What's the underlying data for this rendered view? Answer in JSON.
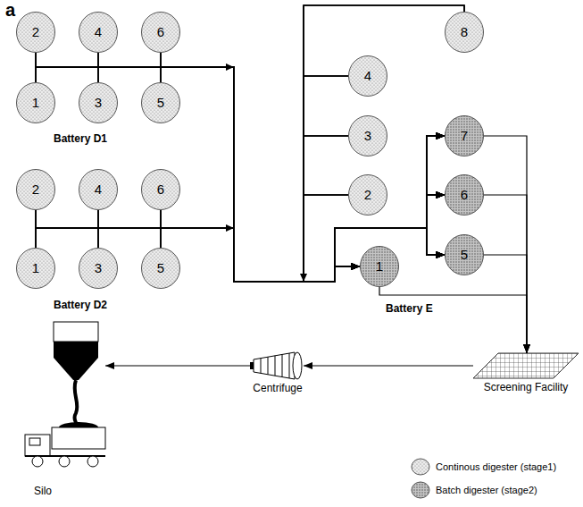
{
  "diagram": {
    "nodes": [
      {
        "text": [
          "2"
        ]
      },
      {
        "text": [
          "4"
        ]
      },
      {
        "text": [
          "6"
        ]
      },
      {
        "text": [
          "1"
        ]
      },
      {
        "text": [
          "3"
        ]
      },
      {
        "text": [
          "5"
        ]
      },
      {
        "text": [
          "2"
        ]
      },
      {
        "text": [
          "4"
        ]
      },
      {
        "text": [
          "6"
        ]
      },
      {
        "text": [
          "1"
        ]
      },
      {
        "text": [
          "3"
        ]
      },
      {
        "text": [
          "5"
        ]
      },
      {
        "text": [
          "8"
        ]
      },
      {
        "text": [
          "4"
        ]
      },
      {
        "text": [
          "3"
        ]
      },
      {
        "text": [
          "7"
        ]
      },
      {
        "text": [
          "2"
        ]
      },
      {
        "text": [
          "6"
        ]
      },
      {
        "text": [
          "1"
        ]
      },
      {
        "text": [
          "5"
        ]
      },
      {
        "text": [
          "Screening Facility"
        ]
      },
      {
        "text": [
          "Centrifuge"
        ]
      },
      {
        "text": [
          "Silo"
        ]
      }
    ],
    "edges": [
      {
        "from": 0,
        "to": 15,
        "arrow": "to"
      },
      {
        "from": 0,
        "to": 17,
        "arrow": "to"
      },
      {
        "from": 0,
        "to": 19,
        "arrow": "to"
      },
      {
        "from": 0,
        "to": 18,
        "arrow": "to"
      },
      {
        "from": 1,
        "to": 15,
        "arrow": "to"
      },
      {
        "from": 1,
        "to": 17,
        "arrow": "to"
      },
      {
        "from": 1,
        "to": 19,
        "arrow": "to"
      },
      {
        "from": 1,
        "to": 18,
        "arrow": "to"
      },
      {
        "from": 2,
        "to": 15,
        "arrow": "to"
      },
      {
        "from": 2,
        "to": 17,
        "arrow": "to"
      },
      {
        "from": 2,
        "to": 19,
        "arrow": "to"
      },
      {
        "from": 2,
        "to": 18,
        "arrow": "to"
      },
      {
        "from": 3,
        "to": 15,
        "arrow": "to"
      },
      {
        "from": 3,
        "to": 17,
        "arrow": "to"
      },
      {
        "from": 3,
        "to": 19,
        "arrow": "to"
      },
      {
        "from": 3,
        "to": 18,
        "arrow": "to"
      },
      {
        "from": 4,
        "to": 15,
        "arrow": "to"
      },
      {
        "from": 4,
        "to": 17,
        "arrow": "to"
      },
      {
        "from": 4,
        "to": 19,
        "arrow": "to"
      },
      {
        "from": 4,
        "to": 18,
        "arrow": "to"
      },
      {
        "from": 5,
        "to": 15,
        "arrow": "to"
      },
      {
        "from": 5,
        "to": 17,
        "arrow": "to"
      },
      {
        "from": 5,
        "to": 19,
        "arrow": "to"
      },
      {
        "from": 5,
        "to": 18,
        "arrow": "to"
      },
      {
        "from": 6,
        "to": 15,
        "arrow": "to"
      },
      {
        "from": 6,
        "to": 17,
        "arrow": "to"
      },
      {
        "from": 6,
        "to": 19,
        "arrow": "to"
      },
      {
        "from": 6,
        "to": 18,
        "arrow": "to"
      },
      {
        "from": 7,
        "to": 15,
        "arrow": "to"
      },
      {
        "from": 7,
        "to": 17,
        "arrow": "to"
      },
      {
        "from": 7,
        "to": 19,
        "arrow": "to"
      },
      {
        "from": 7,
        "to": 18,
        "arrow": "to"
      },
      {
        "from": 8,
        "to": 15,
        "arrow": "to"
      },
      {
        "from": 8,
        "to": 17,
        "arrow": "to"
      },
      {
        "from": 8,
        "to": 19,
        "arrow": "to"
      },
      {
        "from": 8,
        "to": 18,
        "arrow": "to"
      },
      {
        "from": 9,
        "to": 15,
        "arrow": "to"
      },
      {
        "from": 9,
        "to": 17,
        "arrow": "to"
      },
      {
        "from": 9,
        "to": 19,
        "arrow": "to"
      },
      {
        "from": 9,
        "to": 18,
        "arrow": "to"
      },
      {
        "from": 10,
        "to": 15,
        "arrow": "to"
      },
      {
        "from": 10,
        "to": 17,
        "arrow": "to"
      },
      {
        "from": 10,
        "to": 19,
        "arrow": "to"
      },
      {
        "from": 10,
        "to": 18,
        "arrow": "to"
      },
      {
        "from": 11,
        "to": 15,
        "arrow": "to"
      },
      {
        "from": 11,
        "to": 17,
        "arrow": "to"
      },
      {
        "from": 11,
        "to": 19,
        "arrow": "to"
      },
      {
        "from": 11,
        "to": 18,
        "arrow": "to"
      },
      {
        "from": 12,
        "to": 15,
        "arrow": "to"
      },
      {
        "from": 12,
        "to": 17,
        "arrow": "to"
      },
      {
        "from": 12,
        "to": 19,
        "arrow": "to"
      },
      {
        "from": 12,
        "to": 18,
        "arrow": "to"
      },
      {
        "from": 13,
        "to": 15,
        "arrow": "to"
      },
      {
        "from": 13,
        "to": 17,
        "arrow": "to"
      },
      {
        "from": 13,
        "to": 19,
        "arrow": "to"
      },
      {
        "from": 13,
        "to": 18,
        "arrow": "to"
      },
      {
        "from": 14,
        "to": 15,
        "arrow": "to"
      },
      {
        "from": 14,
        "to": 17,
        "arrow": "to"
      },
      {
        "from": 14,
        "to": 19,
        "arrow": "to"
      },
      {
        "from": 14,
        "to": 18,
        "arrow": "to"
      },
      {
        "from": 16,
        "to": 15,
        "arrow": "to"
      },
      {
        "from": 16,
        "to": 17,
        "arrow": "to"
      },
      {
        "from": 16,
        "to": 19,
        "arrow": "to"
      },
      {
        "from": 16,
        "to": 18,
        "arrow": "to"
      },
      {
        "from": 15,
        "to": 20,
        "arrow": "to"
      },
      {
        "from": 17,
        "to": 20,
        "arrow": "to"
      },
      {
        "from": 19,
        "to": 20,
        "arrow": "to"
      },
      {
        "from": 18,
        "to": 20,
        "arrow": "to"
      },
      {
        "from": 20,
        "to": 21,
        "arrow": "to"
      },
      {
        "from": 21,
        "to": 22,
        "arrow": "to"
      }
    ],
    "labels": [
      "a",
      "Battery D1",
      "Battery D2",
      "Battery E"
    ],
    "legend": [
      {
        "text": "Continous digester (stage1)",
        "color": "#ececec"
      },
      {
        "text": "Batch digester (stage2)",
        "color": "#c4c4c4"
      }
    ]
  }
}
